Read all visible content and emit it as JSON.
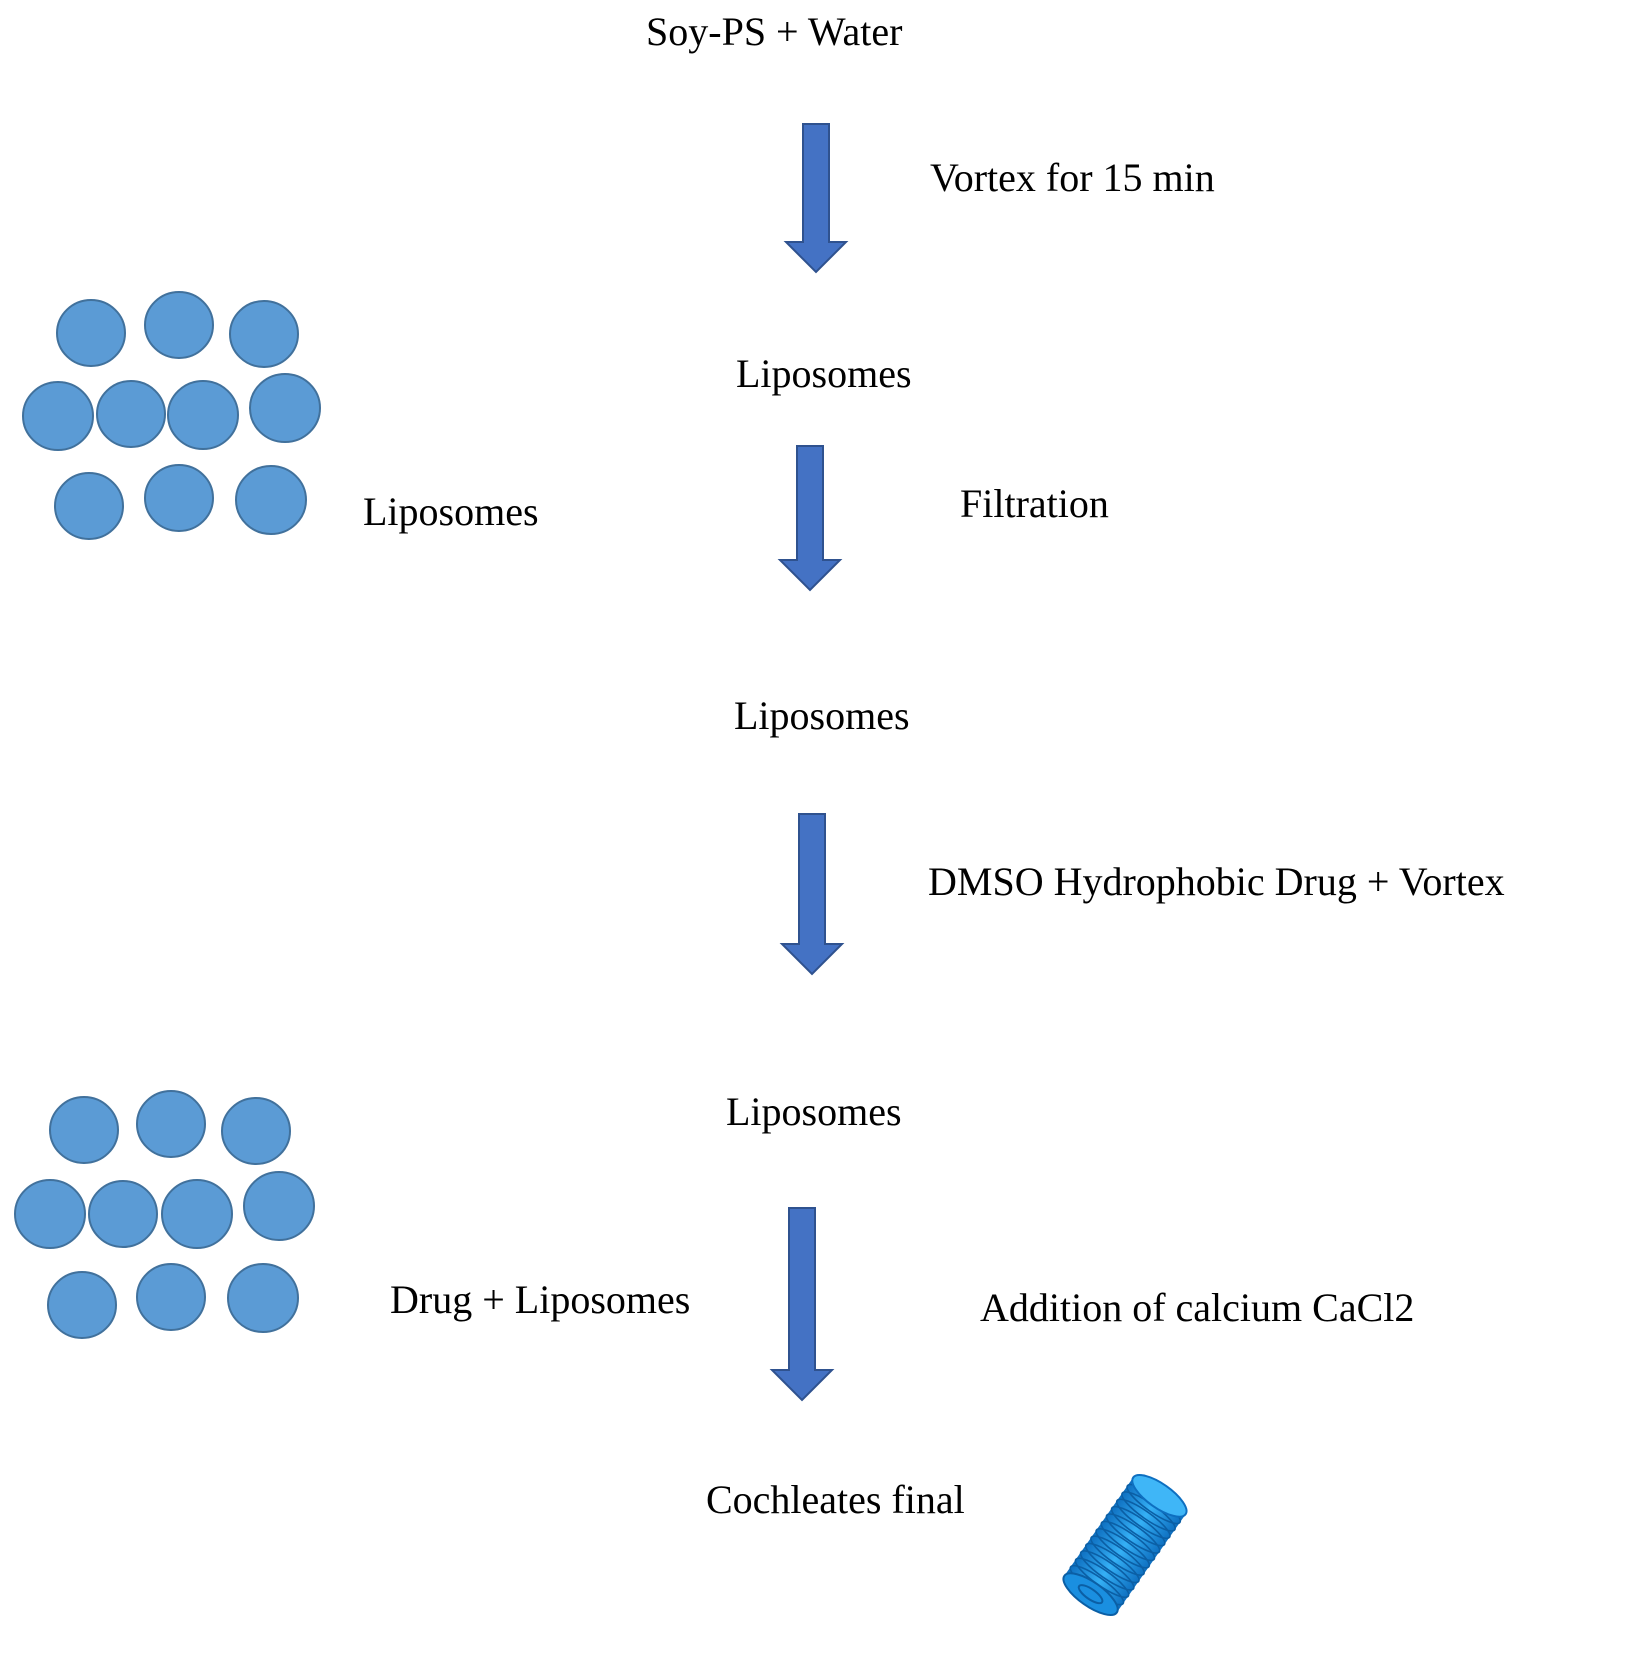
{
  "colors": {
    "arrow_fill": "#4472C4",
    "arrow_stroke": "#2F528F",
    "liposome_fill": "#5B9BD5",
    "liposome_stroke": "#41719C",
    "cochleate_fill": "#1A8FE0"
  },
  "steps": {
    "start_label": "Soy-PS + Water",
    "arrow1_label": "Vortex for 15 min",
    "intermediate1_label": "Liposomes",
    "arrow2_label": "Filtration",
    "intermediate2_label": "Liposomes",
    "arrow3_label": "DMSO Hydrophobic Drug + Vortex",
    "intermediate3_label": "Liposomes",
    "arrow4_label": "Addition of calcium CaCl2",
    "final_label": "Cochleates final"
  },
  "illustrations": {
    "liposome_cluster_1_label": "Liposomes",
    "liposome_cluster_2_label": "Drug + Liposomes",
    "cochleate_icon": "cochleate-cylinder-icon"
  }
}
